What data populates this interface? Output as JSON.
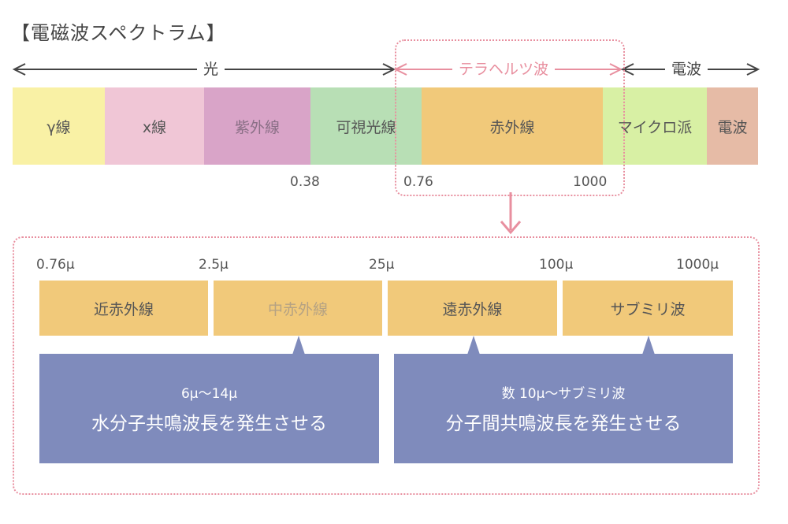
{
  "title": "【電磁波スペクトラム】",
  "regions": {
    "light": "光",
    "terahertz": "テラヘルツ波",
    "radio": "電波"
  },
  "bands": [
    {
      "label": "γ線",
      "color": "#f9f1a5"
    },
    {
      "label": "x線",
      "color": "#f0c6d6"
    },
    {
      "label": "紫外線",
      "color": "#d9a4c8"
    },
    {
      "label": "可視光線",
      "color": "#b8dfb5"
    },
    {
      "label": "赤外線",
      "color": "#f1c97a"
    },
    {
      "label": "マイクロ派",
      "color": "#d8f0a4"
    },
    {
      "label": "電波",
      "color": "#e6bba6"
    }
  ],
  "ticks": [
    "0.38",
    "0.76",
    "1000"
  ],
  "sub_ticks": [
    "0.76μ",
    "2.5μ",
    "25μ",
    "100μ",
    "1000μ"
  ],
  "sub_bands": [
    "近赤外線",
    "中赤外線",
    "遠赤外線",
    "サブミリ波"
  ],
  "info_boxes": [
    {
      "small": "6μ〜14μ",
      "big": "水分子共鳴波長を発生させる"
    },
    {
      "small": "数 10μ〜サブミリ波",
      "big": "分子間共鳴波長を発生させる"
    }
  ],
  "colors": {
    "accent_pink": "#e88f9f",
    "info_box": "#7f8bbc",
    "sub_band": "#f1c97a"
  }
}
